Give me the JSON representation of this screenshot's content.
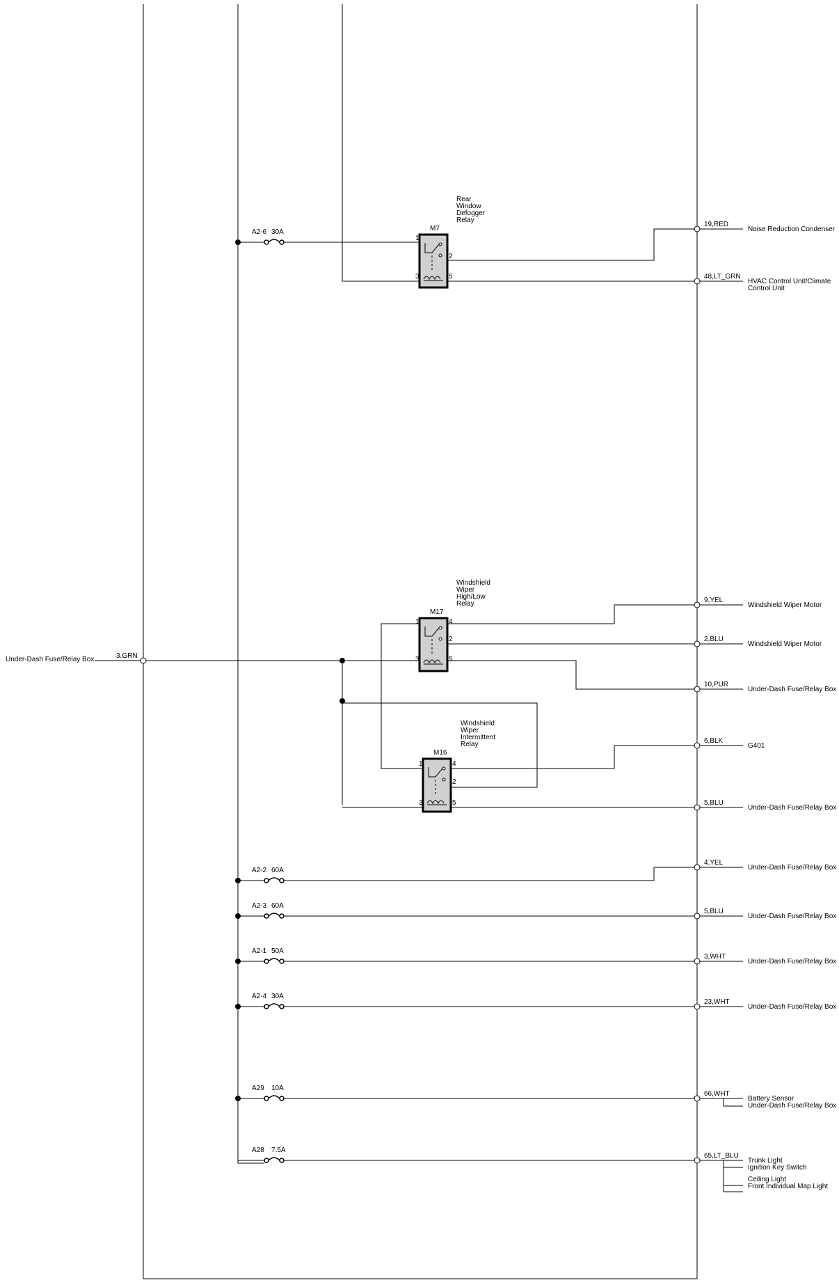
{
  "input": {
    "label": "Under-Dash Fuse/Relay Box",
    "pin": "3,GRN"
  },
  "relays": [
    {
      "id": "M7",
      "name": [
        "Rear",
        "Window",
        "Defogger",
        "Relay"
      ],
      "pins": [
        "1",
        "2",
        "3",
        "5"
      ]
    },
    {
      "id": "M17",
      "name": [
        "Windshield",
        "Wiper",
        "High/Low",
        "Relay"
      ],
      "pins": [
        "1",
        "4",
        "2",
        "3",
        "5"
      ]
    },
    {
      "id": "M16",
      "name": [
        "Windshield",
        "Wiper",
        "Intermittent",
        "Relay"
      ],
      "pins": [
        "1",
        "4",
        "2",
        "3",
        "5"
      ]
    }
  ],
  "fuses": [
    {
      "id": "A2-6",
      "rating": "30A"
    },
    {
      "id": "A2-2",
      "rating": "60A"
    },
    {
      "id": "A2-3",
      "rating": "60A"
    },
    {
      "id": "A2-1",
      "rating": "50A"
    },
    {
      "id": "A2-4",
      "rating": "30A"
    },
    {
      "id": "A29",
      "rating": "10A"
    },
    {
      "id": "A28",
      "rating": "7.5A"
    }
  ],
  "outputs": [
    {
      "pin": "19,RED",
      "dest": [
        "Noise Reduction Condenser"
      ]
    },
    {
      "pin": "48,LT_GRN",
      "dest": [
        "HVAC Control Unit/Climate",
        "Control Unit"
      ]
    },
    {
      "pin": "9,YEL",
      "dest": [
        "Windshield Wiper Motor"
      ]
    },
    {
      "pin": "2,BLU",
      "dest": [
        "Windshield Wiper Motor"
      ]
    },
    {
      "pin": "10,PUR",
      "dest": [
        "Under-Dash Fuse/Relay Box"
      ]
    },
    {
      "pin": "6,BLK",
      "dest": [
        "G401"
      ]
    },
    {
      "pin": "5,BLU",
      "dest": [
        "Under-Dash Fuse/Relay Box"
      ]
    },
    {
      "pin": "4,YEL",
      "dest": [
        "Under-Dash Fuse/Relay Box"
      ]
    },
    {
      "pin": "5,BLU",
      "dest": [
        "Under-Dash Fuse/Relay Box"
      ]
    },
    {
      "pin": "3,WHT",
      "dest": [
        "Under-Dash Fuse/Relay Box"
      ]
    },
    {
      "pin": "23,WHT",
      "dest": [
        "Under-Dash Fuse/Relay Box"
      ]
    },
    {
      "pin": "66,WHT",
      "dest": [
        "Battery Sensor",
        "Under-Dash Fuse/Relay Box"
      ]
    },
    {
      "pin": "65,LT_BLU",
      "dest": [
        "Trunk Light",
        "Ignition Key Switch",
        "Ceiling Light",
        "Front Individual Map Light"
      ]
    }
  ],
  "colors": {
    "line": "#000000",
    "relay_fill": "#d0d0d0",
    "background": "#ffffff"
  }
}
